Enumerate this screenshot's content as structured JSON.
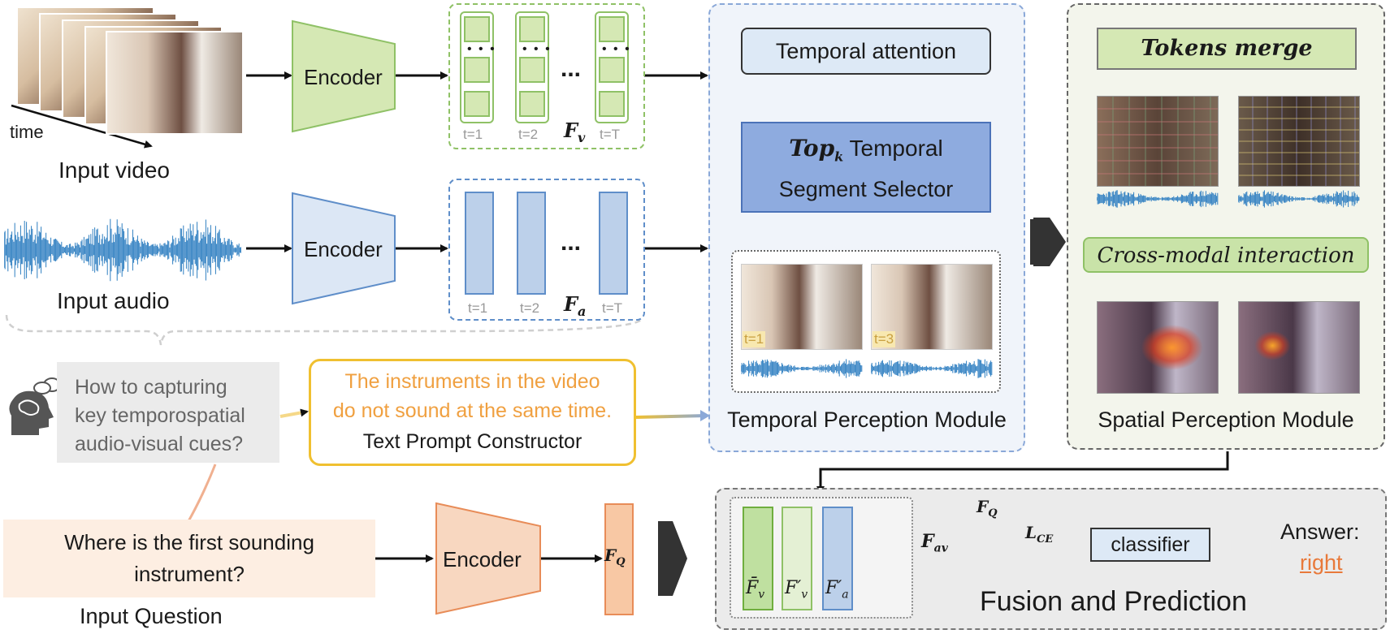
{
  "input_video": {
    "time_label": "time",
    "caption": "Input video"
  },
  "input_audio": {
    "caption": "Input audio"
  },
  "encoders": {
    "video": "Encoder",
    "audio": "Encoder",
    "question": "Encoder"
  },
  "video_features": {
    "ticks": [
      "t=1",
      "t=2",
      "t=T"
    ],
    "ellipsis": "...",
    "label_main": "F",
    "label_sub": "v"
  },
  "audio_features": {
    "ticks": [
      "t=1",
      "t=2",
      "t=T"
    ],
    "ellipsis": "...",
    "label_main": "F",
    "label_sub": "a"
  },
  "temporal_module": {
    "attention": "Temporal attention",
    "topk_main": "Top",
    "topk_sub": "k",
    "topk_rest": " Temporal",
    "segment_selector": "Segment Selector",
    "frame_tags": [
      "t=1",
      "t=3"
    ],
    "caption": "Temporal Perception Module"
  },
  "spatial_module": {
    "tokens_merge": "Tokens merge",
    "cross_modal": "Cross-modal interaction",
    "caption": "Spatial Perception Module"
  },
  "thinking": {
    "question": [
      "How to capturing",
      "key temporospatial",
      "audio-visual cues?"
    ]
  },
  "text_prompt": {
    "text": [
      "The instruments in the video",
      "do not sound at the same time."
    ],
    "caption": "Text Prompt Constructor"
  },
  "question": {
    "text": [
      "Where is the first sounding",
      "instrument?"
    ],
    "caption": "Input Question",
    "feature_main": "F",
    "feature_sub": "Q"
  },
  "fusion": {
    "labels": [
      {
        "main": "F̄",
        "sub": "v"
      },
      {
        "main": "F′",
        "sub": "v"
      },
      {
        "main": "F′",
        "sub": "a"
      }
    ],
    "fav_main": "F",
    "fav_sub": "av",
    "fq_main": "F",
    "fq_sub": "Q",
    "lce_main": "L",
    "lce_sub": "CE",
    "classifier": "classifier",
    "answer_label": "Answer:",
    "answer_value": "right",
    "caption": "Fusion and Prediction"
  },
  "colors": {
    "green_fill": "#d5e8b4",
    "green_border": "#8fc166",
    "blue_fill": "#bcd0ea",
    "blue_border": "#5f8ec9",
    "orange_fill": "#f8cfb0",
    "orange_border": "#e88c58",
    "selector_fill": "#8eabdf",
    "selector_border": "#4b72b8",
    "prompt_border": "#f0c030",
    "prompt_text": "#f0a040",
    "answer": "#e8793a",
    "audio_wave": "#2f7fc1"
  }
}
